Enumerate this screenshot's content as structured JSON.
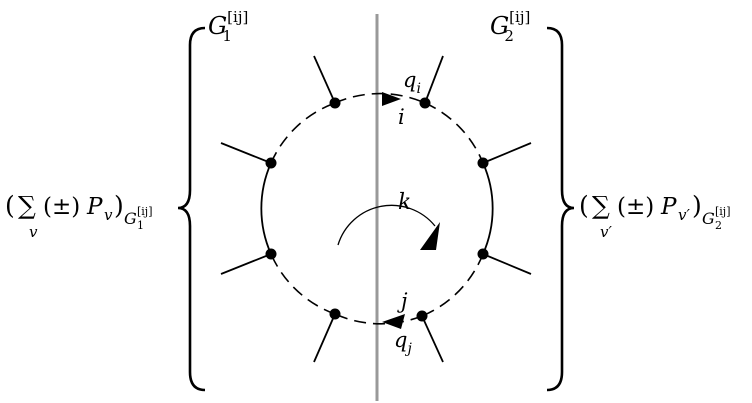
{
  "labels": {
    "g1": {
      "base": "G",
      "sub": "1",
      "sup": "[ij]"
    },
    "g2": {
      "base": "G",
      "sub": "2",
      "sup": "[ij]"
    },
    "qi": {
      "base": "q",
      "sub": "i"
    },
    "i": "i",
    "k": "k",
    "j": "j",
    "qj": {
      "base": "q",
      "sub": "j"
    }
  },
  "formulas": {
    "left": {
      "open": "(",
      "sum": "∑",
      "sum_index": "v",
      "pm": "(±)",
      "term": "P",
      "term_sub": "v",
      "close": ")",
      "outer_base": "G",
      "outer_sub": "1",
      "outer_sup": "[ij]"
    },
    "right": {
      "open": "(",
      "sum": "∑",
      "sum_index": "v′",
      "pm": "(±)",
      "term": "P",
      "term_sub": "v′",
      "close": ")",
      "outer_base": "G",
      "outer_sub": "2",
      "outer_sup": "[ij]"
    }
  },
  "colors": {
    "cut_line": "#999999",
    "ink": "#000000"
  }
}
